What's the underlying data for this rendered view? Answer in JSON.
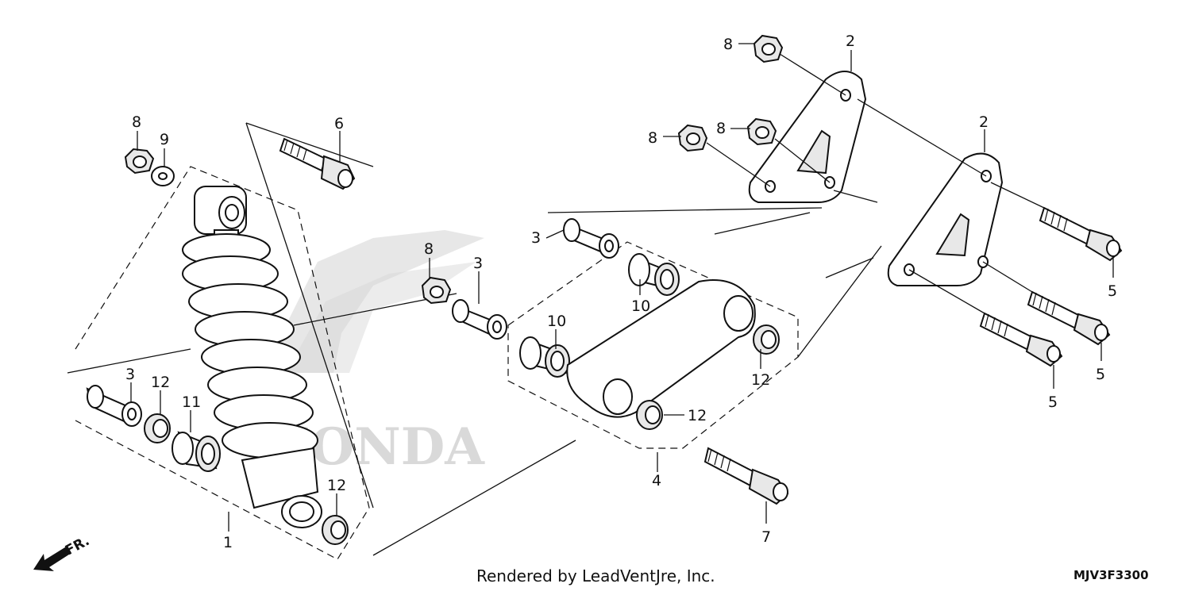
{
  "diagram": {
    "footer_text": "Rendered by LeadVentJre, Inc.",
    "diagram_code": "MJV3F3300",
    "direction_label": "FR.",
    "watermark_text": "HONDA",
    "callouts": [
      "8",
      "9",
      "6",
      "1",
      "3",
      "12",
      "11",
      "12",
      "8",
      "3",
      "3",
      "10",
      "10",
      "12",
      "12",
      "4",
      "7",
      "8",
      "2",
      "8",
      "8",
      "2",
      "5",
      "5",
      "5"
    ]
  }
}
